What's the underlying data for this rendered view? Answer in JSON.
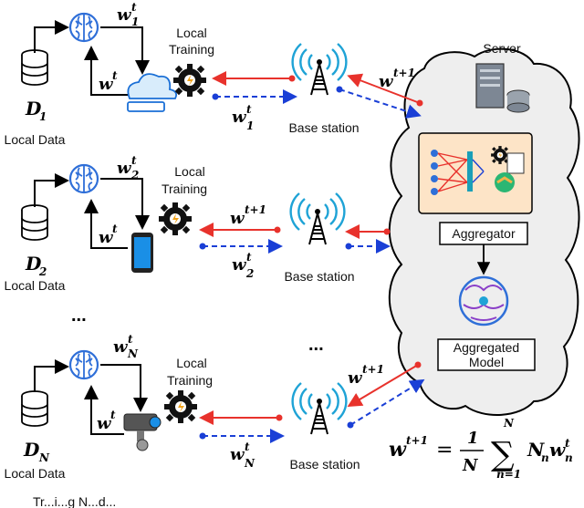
{
  "server": {
    "label": "Server"
  },
  "aggregator": {
    "label": "Aggregator"
  },
  "aggregated_model": {
    "line1": "Aggregated",
    "line2": "Model"
  },
  "base_station_label": "Base station",
  "local_training_line1": "Local",
  "local_training_line2": "Training",
  "rows": [
    {
      "data_name": "D",
      "data_sub": "1",
      "data_label": "Local Data",
      "upload": "w",
      "upload_sub": "1",
      "upload_sup": "t"
    },
    {
      "data_name": "D",
      "data_sub": "2",
      "data_label": "Local Data",
      "upload": "w",
      "upload_sub": "2",
      "upload_sup": "t"
    },
    {
      "data_name": "D",
      "data_sub": "N",
      "data_label": "Local Data",
      "upload": "w",
      "upload_sub": "N",
      "upload_sup": "t"
    }
  ],
  "global_model": {
    "base": "w",
    "sup": "t"
  },
  "new_model": {
    "base": "w",
    "sup": "t+1"
  },
  "ellipsis": "...",
  "formula": {
    "lhs": "w",
    "lhs_sup": "t+1",
    "equals": "=",
    "num": "1",
    "den": "N",
    "sigma": "∑",
    "sum_top": "N",
    "sum_bottom": "n=1",
    "term1": "N",
    "term1_sub": "n",
    "term2": "w",
    "term2_sub": "n",
    "term2_sup": "t"
  },
  "footer_text": "Tr...i...g N...d...",
  "colors": {
    "red_arrow": "#e8322c",
    "blue_arrow": "#1a3fd6",
    "cloud_fill": "#eeeeee",
    "aggregator_box": "#fde4c7"
  }
}
